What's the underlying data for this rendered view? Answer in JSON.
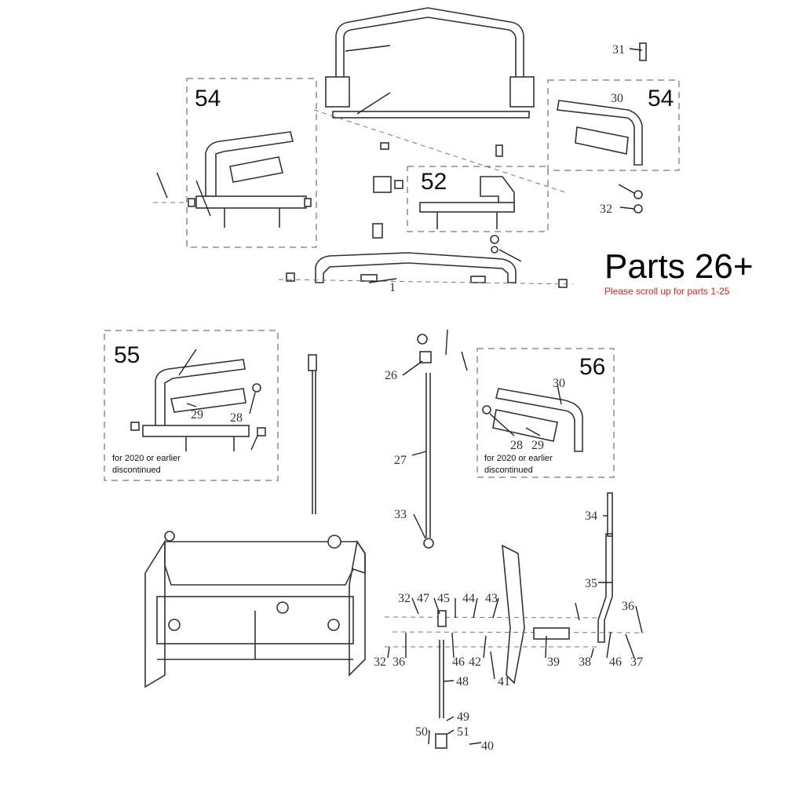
{
  "title": "Parts 26+",
  "subtitle": "Please scroll up for parts 1-25",
  "colors": {
    "subtitle": "#e8221b",
    "lines": "#333333"
  },
  "groups": {
    "g54a": "54",
    "g54b": "54",
    "g52": "52",
    "g55": "55",
    "g56": "56"
  },
  "notes": {
    "line1": "for 2020 or earlier",
    "line2": "discontinued"
  },
  "labels": {
    "p31": "31",
    "p30a": "30",
    "p32a": "32",
    "p1": "1",
    "p29a": "29",
    "p28a": "28",
    "p30b": "30",
    "p28b": "28",
    "p29b": "29",
    "p26": "26",
    "p27": "27",
    "p33": "33",
    "p34": "34",
    "p35": "35",
    "p36a": "36",
    "p32b": "32",
    "p47": "47",
    "p45": "45",
    "p44": "44",
    "p43": "43",
    "p32c": "32",
    "p36b": "36",
    "p46a": "46",
    "p42": "42",
    "p41": "41",
    "p39": "39",
    "p38": "38",
    "p46b": "46",
    "p37": "37",
    "p48": "48",
    "p49": "49",
    "p51": "51",
    "p50": "50",
    "p40": "40"
  }
}
